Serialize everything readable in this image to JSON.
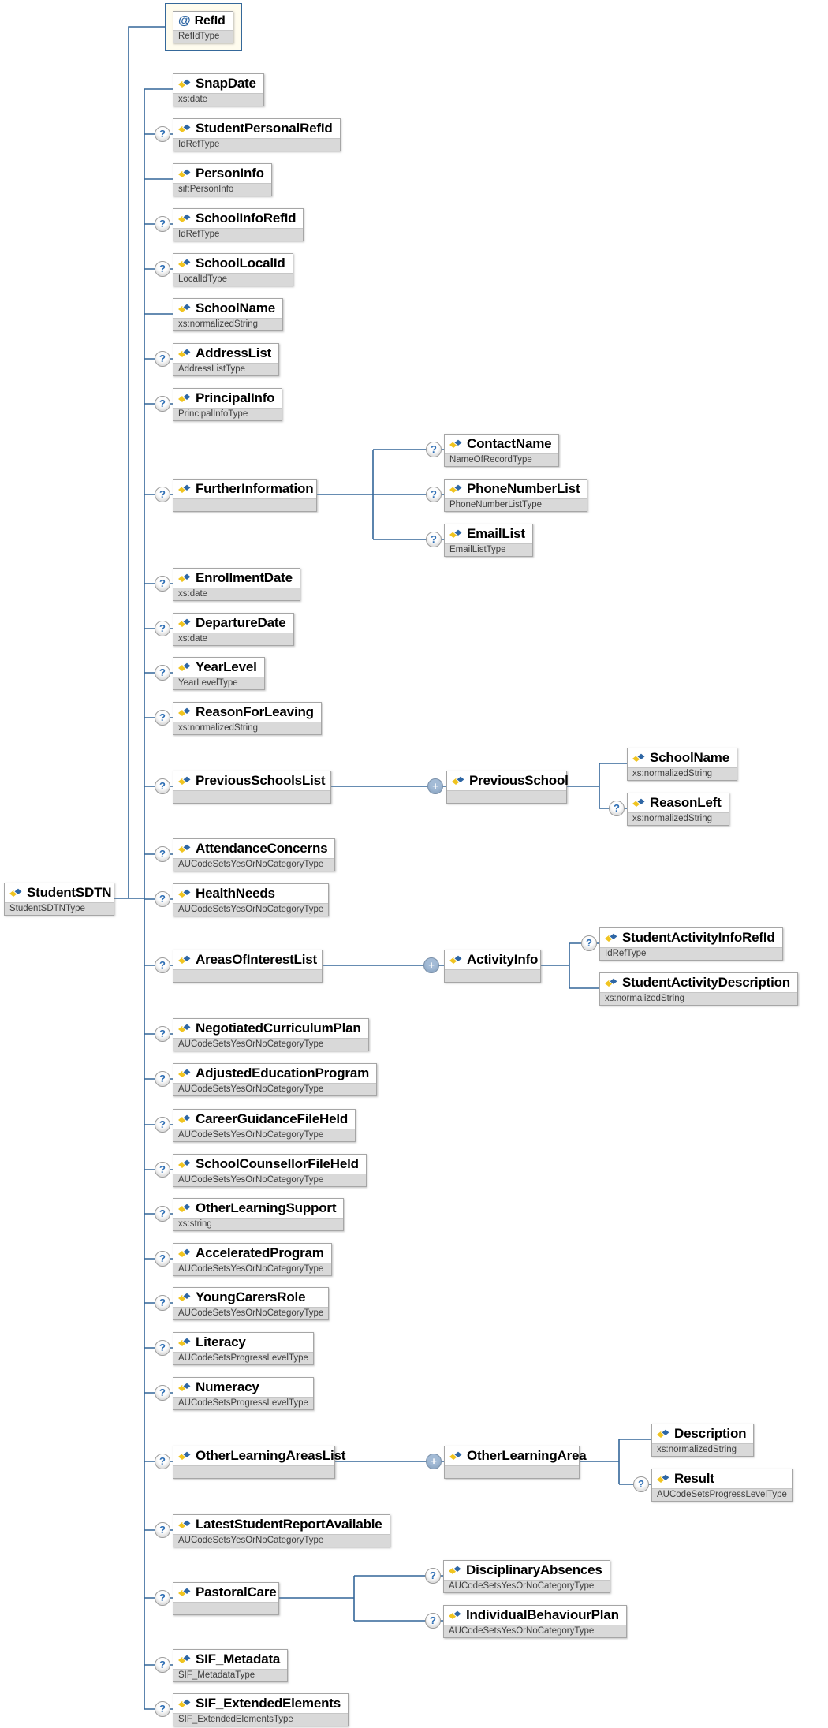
{
  "diagram": {
    "kind": "XML schema content-model diagram",
    "root_element": "StudentSDTN"
  },
  "markers": {
    "optional_glyph": "?",
    "repeat_glyph": "+"
  },
  "icons": {
    "attribute_glyph": "@",
    "element_icon": "blue-yellow-diamond-pair"
  },
  "colors": {
    "connector": "#336699",
    "box_border": "#a6a6a6",
    "type_strip_bg": "#d9d9d9",
    "attribute_container_bg": "#fffcee",
    "attribute_container_border": "#35689a",
    "element_icon_blue": "#2e66a4",
    "element_icon_yellow": "#f0c420",
    "optional_marker_color": "#2f6fb5",
    "repeat_marker_bg": "#a3bbd6"
  },
  "nodes": [
    {
      "name": "StudentSDTN",
      "type": "StudentSDTNType",
      "occurrence": "root",
      "parent": null
    },
    {
      "name": "RefId",
      "type": "RefIdType",
      "occurrence": "attribute",
      "parent": "StudentSDTN"
    },
    {
      "name": "SnapDate",
      "type": "xs:date",
      "occurrence": "required",
      "parent": "StudentSDTN"
    },
    {
      "name": "StudentPersonalRefId",
      "type": "IdRefType",
      "occurrence": "optional",
      "parent": "StudentSDTN"
    },
    {
      "name": "PersonInfo",
      "type": "sif:PersonInfo",
      "occurrence": "required",
      "parent": "StudentSDTN"
    },
    {
      "name": "SchoolInfoRefId",
      "type": "IdRefType",
      "occurrence": "optional",
      "parent": "StudentSDTN"
    },
    {
      "name": "SchoolLocalId",
      "type": "LocalIdType",
      "occurrence": "optional",
      "parent": "StudentSDTN"
    },
    {
      "name": "SchoolName",
      "type": "xs:normalizedString",
      "occurrence": "required",
      "parent": "StudentSDTN"
    },
    {
      "name": "AddressList",
      "type": "AddressListType",
      "occurrence": "optional",
      "parent": "StudentSDTN"
    },
    {
      "name": "PrincipalInfo",
      "type": "PrincipalInfoType",
      "occurrence": "optional",
      "parent": "StudentSDTN"
    },
    {
      "name": "FurtherInformation",
      "type": "",
      "occurrence": "optional",
      "parent": "StudentSDTN"
    },
    {
      "name": "ContactName",
      "type": "NameOfRecordType",
      "occurrence": "optional",
      "parent": "FurtherInformation"
    },
    {
      "name": "PhoneNumberList",
      "type": "PhoneNumberListType",
      "occurrence": "optional",
      "parent": "FurtherInformation"
    },
    {
      "name": "EmailList",
      "type": "EmailListType",
      "occurrence": "optional",
      "parent": "FurtherInformation"
    },
    {
      "name": "EnrollmentDate",
      "type": "xs:date",
      "occurrence": "optional",
      "parent": "StudentSDTN"
    },
    {
      "name": "DepartureDate",
      "type": "xs:date",
      "occurrence": "optional",
      "parent": "StudentSDTN"
    },
    {
      "name": "YearLevel",
      "type": "YearLevelType",
      "occurrence": "optional",
      "parent": "StudentSDTN"
    },
    {
      "name": "ReasonForLeaving",
      "type": "xs:normalizedString",
      "occurrence": "optional",
      "parent": "StudentSDTN"
    },
    {
      "name": "PreviousSchoolsList",
      "type": "",
      "occurrence": "optional",
      "parent": "StudentSDTN"
    },
    {
      "name": "PreviousSchool",
      "type": "",
      "occurrence": "repeating",
      "parent": "PreviousSchoolsList"
    },
    {
      "name": "SchoolName",
      "type": "xs:normalizedString",
      "occurrence": "required",
      "parent": "PreviousSchool"
    },
    {
      "name": "ReasonLeft",
      "type": "xs:normalizedString",
      "occurrence": "optional",
      "parent": "PreviousSchool"
    },
    {
      "name": "AttendanceConcerns",
      "type": "AUCodeSetsYesOrNoCategoryType",
      "occurrence": "optional",
      "parent": "StudentSDTN"
    },
    {
      "name": "HealthNeeds",
      "type": "AUCodeSetsYesOrNoCategoryType",
      "occurrence": "optional",
      "parent": "StudentSDTN"
    },
    {
      "name": "AreasOfInterestList",
      "type": "",
      "occurrence": "optional",
      "parent": "StudentSDTN"
    },
    {
      "name": "ActivityInfo",
      "type": "",
      "occurrence": "repeating",
      "parent": "AreasOfInterestList"
    },
    {
      "name": "StudentActivityInfoRefId",
      "type": "IdRefType",
      "occurrence": "optional",
      "parent": "ActivityInfo"
    },
    {
      "name": "StudentActivityDescription",
      "type": "xs:normalizedString",
      "occurrence": "required",
      "parent": "ActivityInfo"
    },
    {
      "name": "NegotiatedCurriculumPlan",
      "type": "AUCodeSetsYesOrNoCategoryType",
      "occurrence": "optional",
      "parent": "StudentSDTN"
    },
    {
      "name": "AdjustedEducationProgram",
      "type": "AUCodeSetsYesOrNoCategoryType",
      "occurrence": "optional",
      "parent": "StudentSDTN"
    },
    {
      "name": "CareerGuidanceFileHeld",
      "type": "AUCodeSetsYesOrNoCategoryType",
      "occurrence": "optional",
      "parent": "StudentSDTN"
    },
    {
      "name": "SchoolCounsellorFileHeld",
      "type": "AUCodeSetsYesOrNoCategoryType",
      "occurrence": "optional",
      "parent": "StudentSDTN"
    },
    {
      "name": "OtherLearningSupport",
      "type": "xs:string",
      "occurrence": "optional",
      "parent": "StudentSDTN"
    },
    {
      "name": "AcceleratedProgram",
      "type": "AUCodeSetsYesOrNoCategoryType",
      "occurrence": "optional",
      "parent": "StudentSDTN"
    },
    {
      "name": "YoungCarersRole",
      "type": "AUCodeSetsYesOrNoCategoryType",
      "occurrence": "optional",
      "parent": "StudentSDTN"
    },
    {
      "name": "Literacy",
      "type": "AUCodeSetsProgressLevelType",
      "occurrence": "optional",
      "parent": "StudentSDTN"
    },
    {
      "name": "Numeracy",
      "type": "AUCodeSetsProgressLevelType",
      "occurrence": "optional",
      "parent": "StudentSDTN"
    },
    {
      "name": "OtherLearningAreasList",
      "type": "",
      "occurrence": "optional",
      "parent": "StudentSDTN"
    },
    {
      "name": "OtherLearningArea",
      "type": "",
      "occurrence": "repeating",
      "parent": "OtherLearningAreasList"
    },
    {
      "name": "Description",
      "type": "xs:normalizedString",
      "occurrence": "required",
      "parent": "OtherLearningArea"
    },
    {
      "name": "Result",
      "type": "AUCodeSetsProgressLevelType",
      "occurrence": "optional",
      "parent": "OtherLearningArea"
    },
    {
      "name": "LatestStudentReportAvailable",
      "type": "AUCodeSetsYesOrNoCategoryType",
      "occurrence": "optional",
      "parent": "StudentSDTN"
    },
    {
      "name": "PastoralCare",
      "type": "",
      "occurrence": "optional",
      "parent": "StudentSDTN"
    },
    {
      "name": "DisciplinaryAbsences",
      "type": "AUCodeSetsYesOrNoCategoryType",
      "occurrence": "optional",
      "parent": "PastoralCare"
    },
    {
      "name": "IndividualBehaviourPlan",
      "type": "AUCodeSetsYesOrNoCategoryType",
      "occurrence": "optional",
      "parent": "PastoralCare"
    },
    {
      "name": "SIF_Metadata",
      "type": "SIF_MetadataType",
      "occurrence": "optional",
      "parent": "StudentSDTN"
    },
    {
      "name": "SIF_ExtendedElements",
      "type": "SIF_ExtendedElementsType",
      "occurrence": "optional",
      "parent": "StudentSDTN"
    }
  ]
}
